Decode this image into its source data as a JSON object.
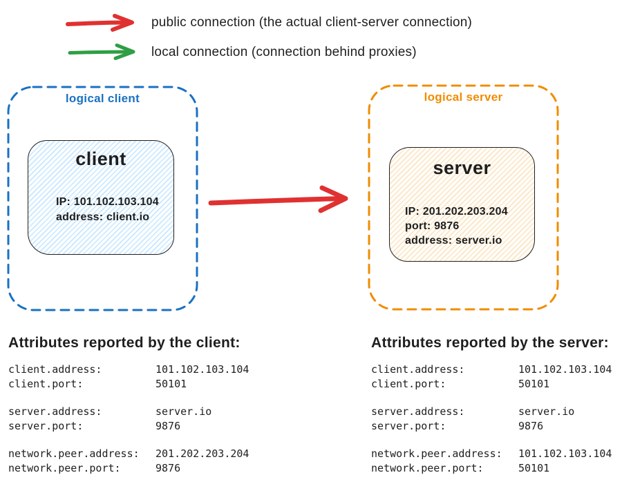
{
  "legend": {
    "items": [
      {
        "name": "public-connection",
        "color": "#e03131",
        "label": "public connection (the actual client-server connection)"
      },
      {
        "name": "local-connection",
        "color": "#2f9e44",
        "label": "local connection (connection behind proxies)"
      }
    ]
  },
  "diagram": {
    "public_arrow_color": "#e03131",
    "logical_client": {
      "label": "logical client",
      "border_color": "#1971c2",
      "node": {
        "title": "client",
        "fill_hatch_color": "#a5d8ff",
        "lines": {
          "0": "IP: 101.102.103.104",
          "1": "address: client.io"
        }
      }
    },
    "logical_server": {
      "label": "logical server",
      "border_color": "#f08c00",
      "node": {
        "title": "server",
        "fill_hatch_color": "#ffd8a8",
        "lines": {
          "0": "IP: 201.202.203.204",
          "1": "port: 9876",
          "2": "address: server.io"
        }
      }
    }
  },
  "attributes_client": {
    "heading": "Attributes reported by the client:",
    "groups": [
      {
        "rows": [
          {
            "label": "client.address:",
            "value": "101.102.103.104"
          },
          {
            "label": "client.port:",
            "value": "50101"
          }
        ]
      },
      {
        "rows": [
          {
            "label": "server.address:",
            "value": "server.io"
          },
          {
            "label": "server.port:",
            "value": "9876"
          }
        ]
      },
      {
        "rows": [
          {
            "label": "network.peer.address:",
            "value": "201.202.203.204"
          },
          {
            "label": "network.peer.port:",
            "value": "9876"
          }
        ]
      }
    ]
  },
  "attributes_server": {
    "heading": "Attributes reported by the server:",
    "groups": [
      {
        "rows": [
          {
            "label": "client.address:",
            "value": "101.102.103.104"
          },
          {
            "label": "client.port:",
            "value": "50101"
          }
        ]
      },
      {
        "rows": [
          {
            "label": "server.address:",
            "value": "server.io"
          },
          {
            "label": "server.port:",
            "value": "9876"
          }
        ]
      },
      {
        "rows": [
          {
            "label": "network.peer.address:",
            "value": "101.102.103.104"
          },
          {
            "label": "network.peer.port:",
            "value": "50101"
          }
        ]
      }
    ]
  }
}
